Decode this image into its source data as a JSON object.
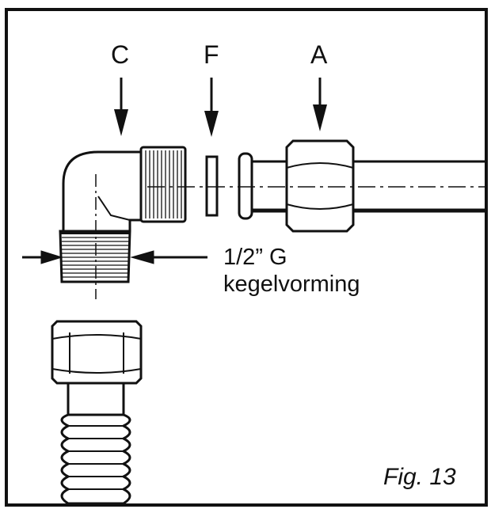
{
  "labels": {
    "c": "C",
    "f": "F",
    "a": "A"
  },
  "annotation": {
    "line1": "1/2” G",
    "line2": "kegelvorming"
  },
  "caption": "Fig. 13",
  "colors": {
    "ink": "#111111",
    "paper": "#ffffff"
  }
}
